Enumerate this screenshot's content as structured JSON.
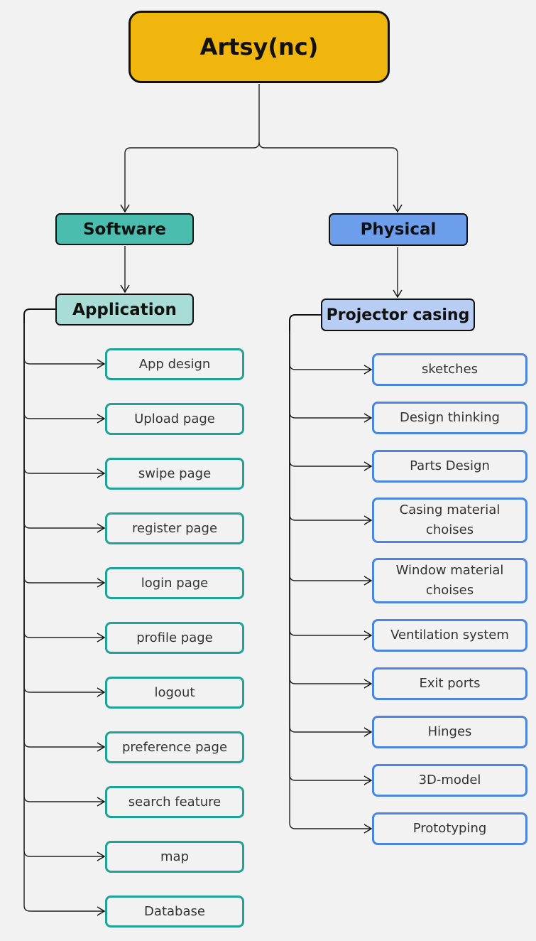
{
  "root": {
    "label": "Artsy(nc)",
    "color": "#f0b60e"
  },
  "branches": [
    {
      "label": "Software",
      "color": "#4abdaf",
      "child": {
        "label": "Application",
        "color": "#a8ddd6",
        "items": [
          "App design",
          "Upload page",
          "swipe page",
          "register page",
          "login page",
          "profile page",
          "logout",
          "preference page",
          "search feature",
          "map",
          "Database"
        ],
        "item_border_color": "#1fa396"
      }
    },
    {
      "label": "Physical",
      "color": "#6d9eeb",
      "child": {
        "label": "Projector casing",
        "color": "#b7cdf3",
        "items": [
          "sketches",
          "Design thinking",
          "Parts Design",
          "Casing material choises",
          "Window material choises",
          "Ventilation system",
          "Exit ports",
          "Hinges",
          "3D-model",
          "Prototyping"
        ],
        "item_border_color": "#4a86e0"
      }
    }
  ]
}
